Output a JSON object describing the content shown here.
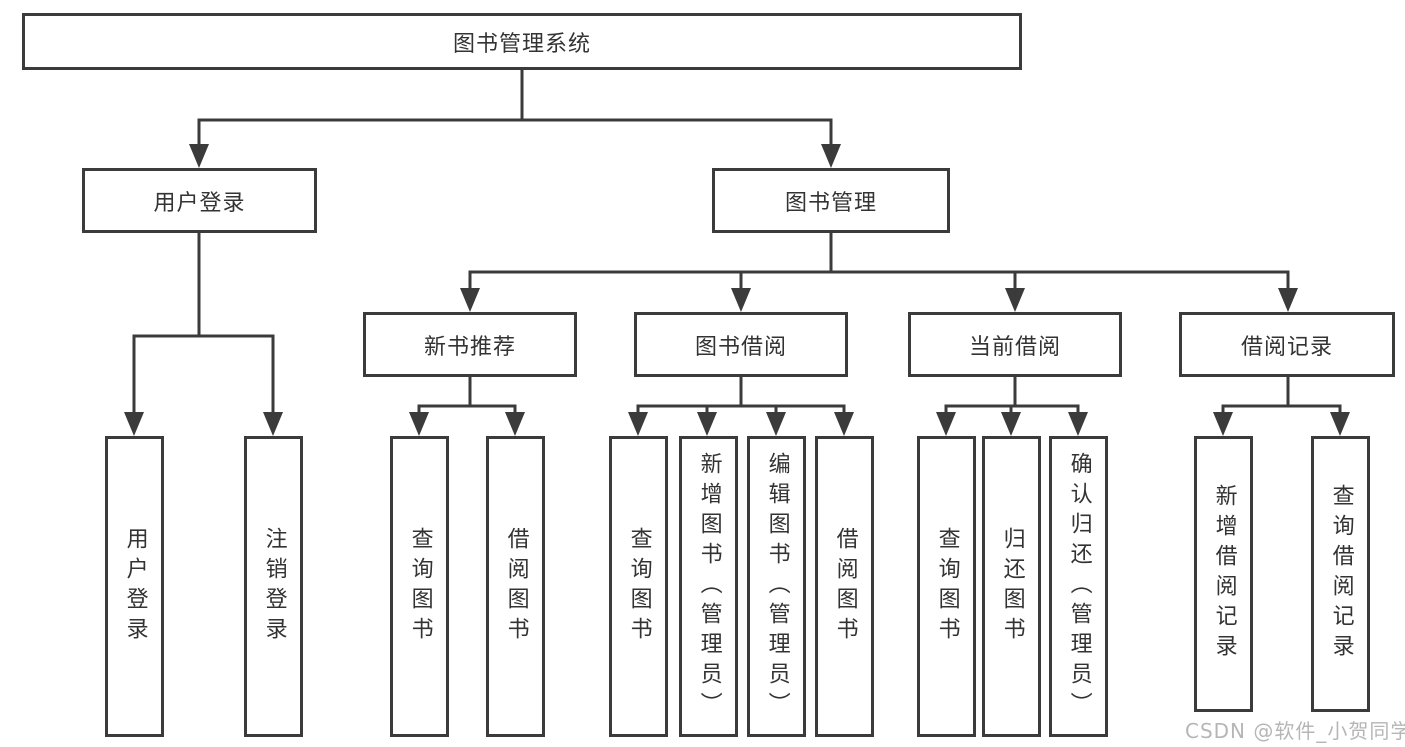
{
  "diagram": {
    "root": {
      "label": "图书管理系统"
    },
    "level2": [
      {
        "label": "用户登录"
      },
      {
        "label": "图书管理"
      }
    ],
    "level3": [
      {
        "label": "新书推荐"
      },
      {
        "label": "图书借阅"
      },
      {
        "label": "当前借阅"
      },
      {
        "label": "借阅记录"
      }
    ],
    "leaves": {
      "user_login": [
        {
          "label": "用户登录"
        },
        {
          "label": "注销登录"
        }
      ],
      "new_book_recommend": [
        {
          "label": "查询图书"
        },
        {
          "label": "借阅图书"
        }
      ],
      "book_borrowing": [
        {
          "label": "查询图书"
        },
        {
          "label": "新增图书（管理员）"
        },
        {
          "label": "编辑图书（管理员）"
        },
        {
          "label": "借阅图书"
        }
      ],
      "current_borrowing": [
        {
          "label": "查询图书"
        },
        {
          "label": "归还图书"
        },
        {
          "label": "确认归还（管理员）"
        }
      ],
      "borrowing_records": [
        {
          "label": "新增借阅记录"
        },
        {
          "label": "查询借阅记录"
        }
      ]
    },
    "colors": {
      "line": "#3b3b3b",
      "text": "#333333",
      "watermark": "#a4a4a4"
    }
  },
  "watermark": {
    "text": "CSDN @软件_小贺同学"
  }
}
